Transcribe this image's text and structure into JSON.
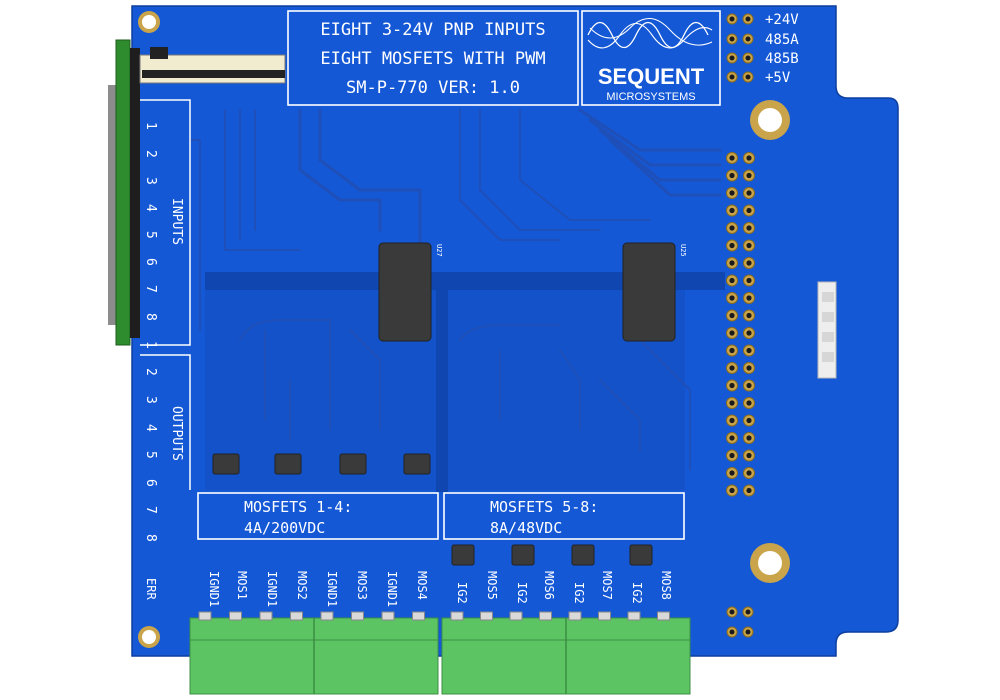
{
  "board": {
    "title_line1": "EIGHT 3-24V PNP INPUTS",
    "title_line2": "EIGHT MOSFETS WITH PWM",
    "title_line3": "SM-P-770 VER: 1.0",
    "logo_line1": "SEQUENT",
    "logo_line2": "MICROSYSTEMS",
    "power_labels": [
      "+24V",
      "485A",
      "485B",
      "+5V"
    ],
    "inputs_label": "INPUTS",
    "outputs_label": "OUTPUTS",
    "input_numbers": [
      "1",
      "2",
      "3",
      "4",
      "5",
      "6",
      "7",
      "8"
    ],
    "output_numbers": [
      "1",
      "2",
      "3",
      "4",
      "5",
      "6",
      "7",
      "8"
    ],
    "err_label": "ERR",
    "u27_label": "U27",
    "u25_label": "U25",
    "mosfets_1_4_line1": "MOSFETS 1-4:",
    "mosfets_1_4_line2": "4A/200VDC",
    "mosfets_5_8_line1": "MOSFETS 5-8:",
    "mosfets_5_8_line2": "8A/48VDC",
    "terminal_labels_left": [
      "IGND1",
      "MOS1",
      "IGND1",
      "MOS2",
      "IGND1",
      "MOS3",
      "IGND1",
      "MOS4"
    ],
    "terminal_labels_right": [
      "IG2",
      "MOS5",
      "IG2",
      "MOS6",
      "IG2",
      "MOS7",
      "IG2",
      "MOS8"
    ]
  },
  "colors": {
    "pcb": "#1458d6",
    "pcb_dark": "#0f46b0",
    "silkscreen": "#ffffff",
    "terminal_green": "#5cc463",
    "connector_green": "#2e8b2e",
    "gold": "#c9a44a"
  }
}
